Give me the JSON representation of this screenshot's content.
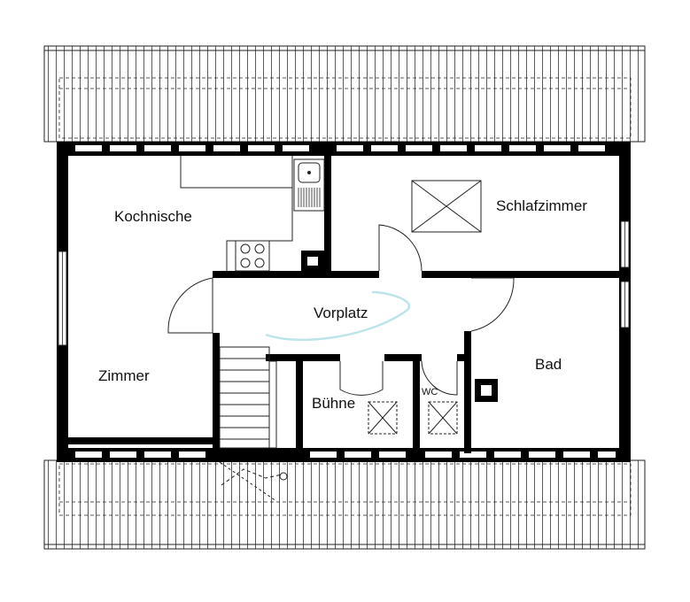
{
  "plan": {
    "rooms": [
      {
        "key": "kochnische",
        "label": "Kochnische"
      },
      {
        "key": "schlafzimmer",
        "label": "Schlafzimmer"
      },
      {
        "key": "vorplatz",
        "label": "Vorplatz"
      },
      {
        "key": "zimmer",
        "label": "Zimmer"
      },
      {
        "key": "bad",
        "label": "Bad"
      },
      {
        "key": "buehne",
        "label": "Bühne"
      },
      {
        "key": "wc",
        "label": "WC"
      }
    ]
  },
  "colors": {
    "wall": "#000000",
    "line": "#222222",
    "background": "#ffffff",
    "accent": "#9fd8e0"
  },
  "icons": [
    "skylight-icon",
    "sink-icon",
    "stove-icon",
    "chimney-icon",
    "door-swing-icon",
    "window-icon",
    "stair-icon"
  ]
}
